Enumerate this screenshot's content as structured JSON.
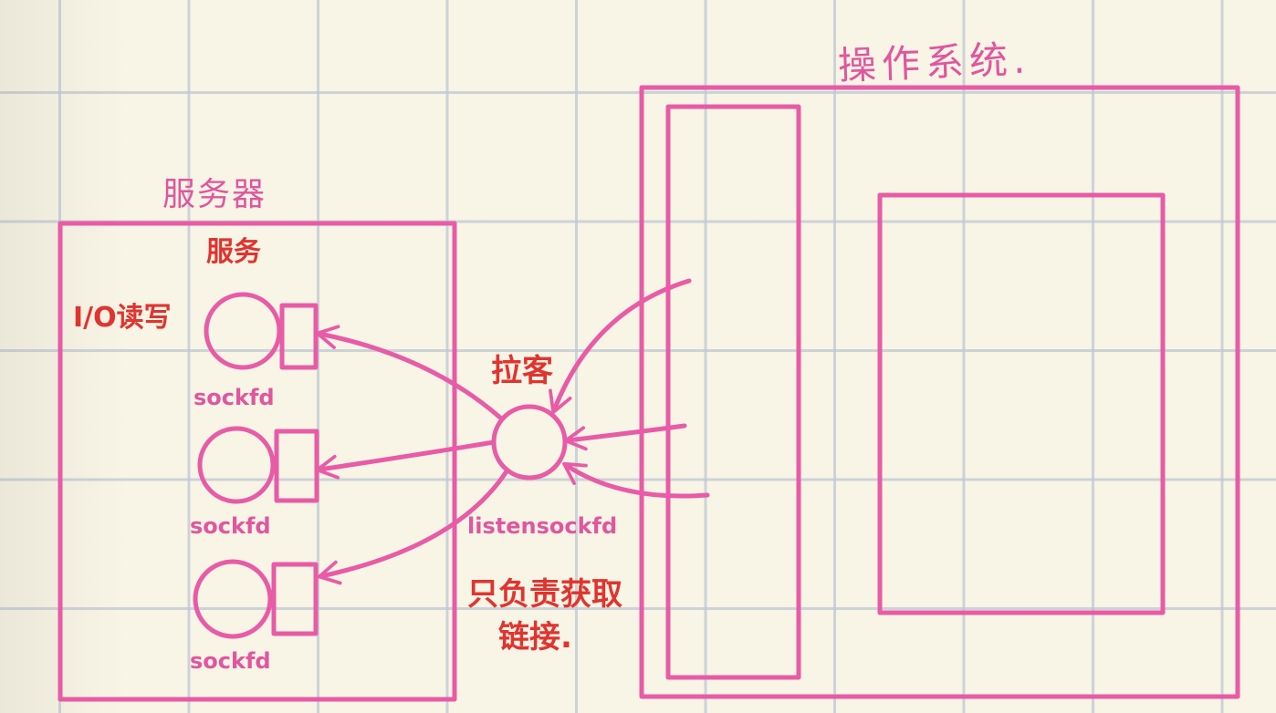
{
  "colors": {
    "stroke": "#e85ba6",
    "pink_text": "#e0569f",
    "red_text": "#e0342f",
    "paper": "#f8f4e6",
    "grid": "#bec8d2"
  },
  "labels": {
    "os_title": "操作系统.",
    "server_title": "服务器",
    "service_title": "服务",
    "io_label": "I/O读写",
    "sockfd_1": "sockfd",
    "sockfd_2": "sockfd",
    "sockfd_3": "sockfd",
    "accept_title": "拉客",
    "listensockfd": "listensockfd",
    "only_line1": "只负责获取",
    "only_line2": "链接."
  }
}
